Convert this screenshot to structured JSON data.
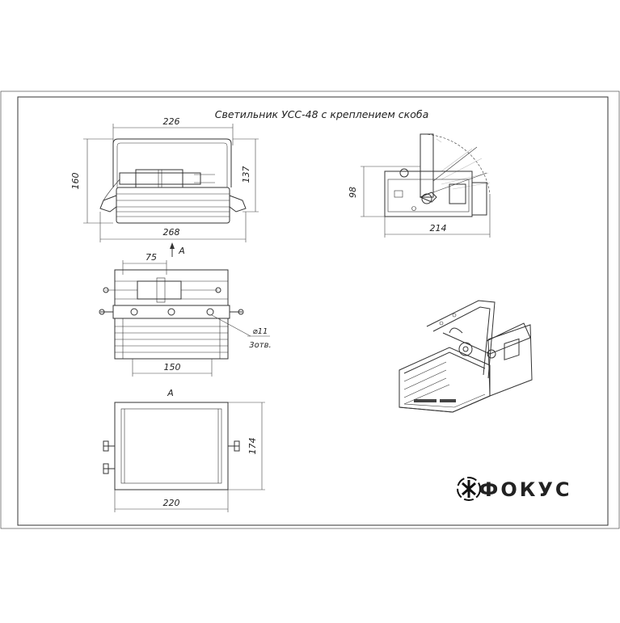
{
  "title": "Светильник УСС-48 с креплением скоба",
  "logo_text": "ФОКУС",
  "front_view": {
    "dim_width_top": "226",
    "dim_height_left": "160",
    "dim_height_right": "137",
    "dim_width_bottom": "268"
  },
  "side_view": {
    "dim_height": "98",
    "dim_width": "214"
  },
  "top_view": {
    "section_label": "A",
    "dim_offset": "75",
    "dim_holes": "150",
    "hole_diameter": "⌀11",
    "hole_count": "3отв."
  },
  "bottom_view": {
    "section_label": "A",
    "dim_height": "174",
    "dim_width": "220"
  }
}
